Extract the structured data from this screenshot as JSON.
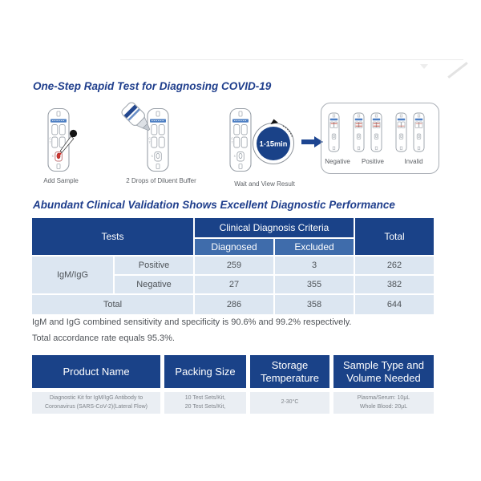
{
  "page": {
    "title1": "One-Step Rapid Test for Diagnosing COVID-19",
    "title2": "Abundant Clinical Validation Shows Excellent Diagnostic Performance"
  },
  "procedure": {
    "steps": [
      {
        "label": "Add Sample"
      },
      {
        "label": "2 Drops of Diluent Buffer"
      },
      {
        "label": "Wait and View Result"
      }
    ],
    "timer_text": "1-15min",
    "results": [
      {
        "label": "Negative"
      },
      {
        "label": "Positive"
      },
      {
        "label": "Invalid"
      }
    ]
  },
  "validation_table": {
    "col_tests": "Tests",
    "col_criteria": "Clinical Diagnosis Criteria",
    "col_diagnosed": "Diagnosed",
    "col_excluded": "Excluded",
    "col_total": "Total",
    "row_group": "IgM/IgG",
    "rows": [
      {
        "name": "Positive",
        "diagnosed": "259",
        "excluded": "3",
        "total": "262"
      },
      {
        "name": "Negative",
        "diagnosed": "27",
        "excluded": "355",
        "total": "382"
      }
    ],
    "total_row": {
      "name": "Total",
      "diagnosed": "286",
      "excluded": "358",
      "total": "644"
    }
  },
  "notes": [
    "IgM and IgG combined sensitivity and specificity is 90.6% and 99.2% respectively.",
    "Total accordance rate equals 95.3%."
  ],
  "product_table": {
    "headers": [
      "Product Name",
      "Packing Size",
      "Storage\nTemperature",
      "Sample Type and\nVolume Needed"
    ],
    "cells": [
      "Diagnostic Kit for IgM/IgG Antibody to\nCoronavirus (SARS-CoV-2)(Lateral Flow)",
      "10 Test Sets/Kit,\n20 Test Sets/Kit,",
      "2-30°C",
      "Plasma/Serum: 10μL\nWhole Blood: 20μL"
    ]
  },
  "colors": {
    "accent_dark_blue": "#1a4288",
    "accent_mid_blue": "#3f6cab",
    "row_light_blue": "#dce6f1",
    "title_blue": "#1f3e8c",
    "timer_fill": "#1a4288"
  }
}
